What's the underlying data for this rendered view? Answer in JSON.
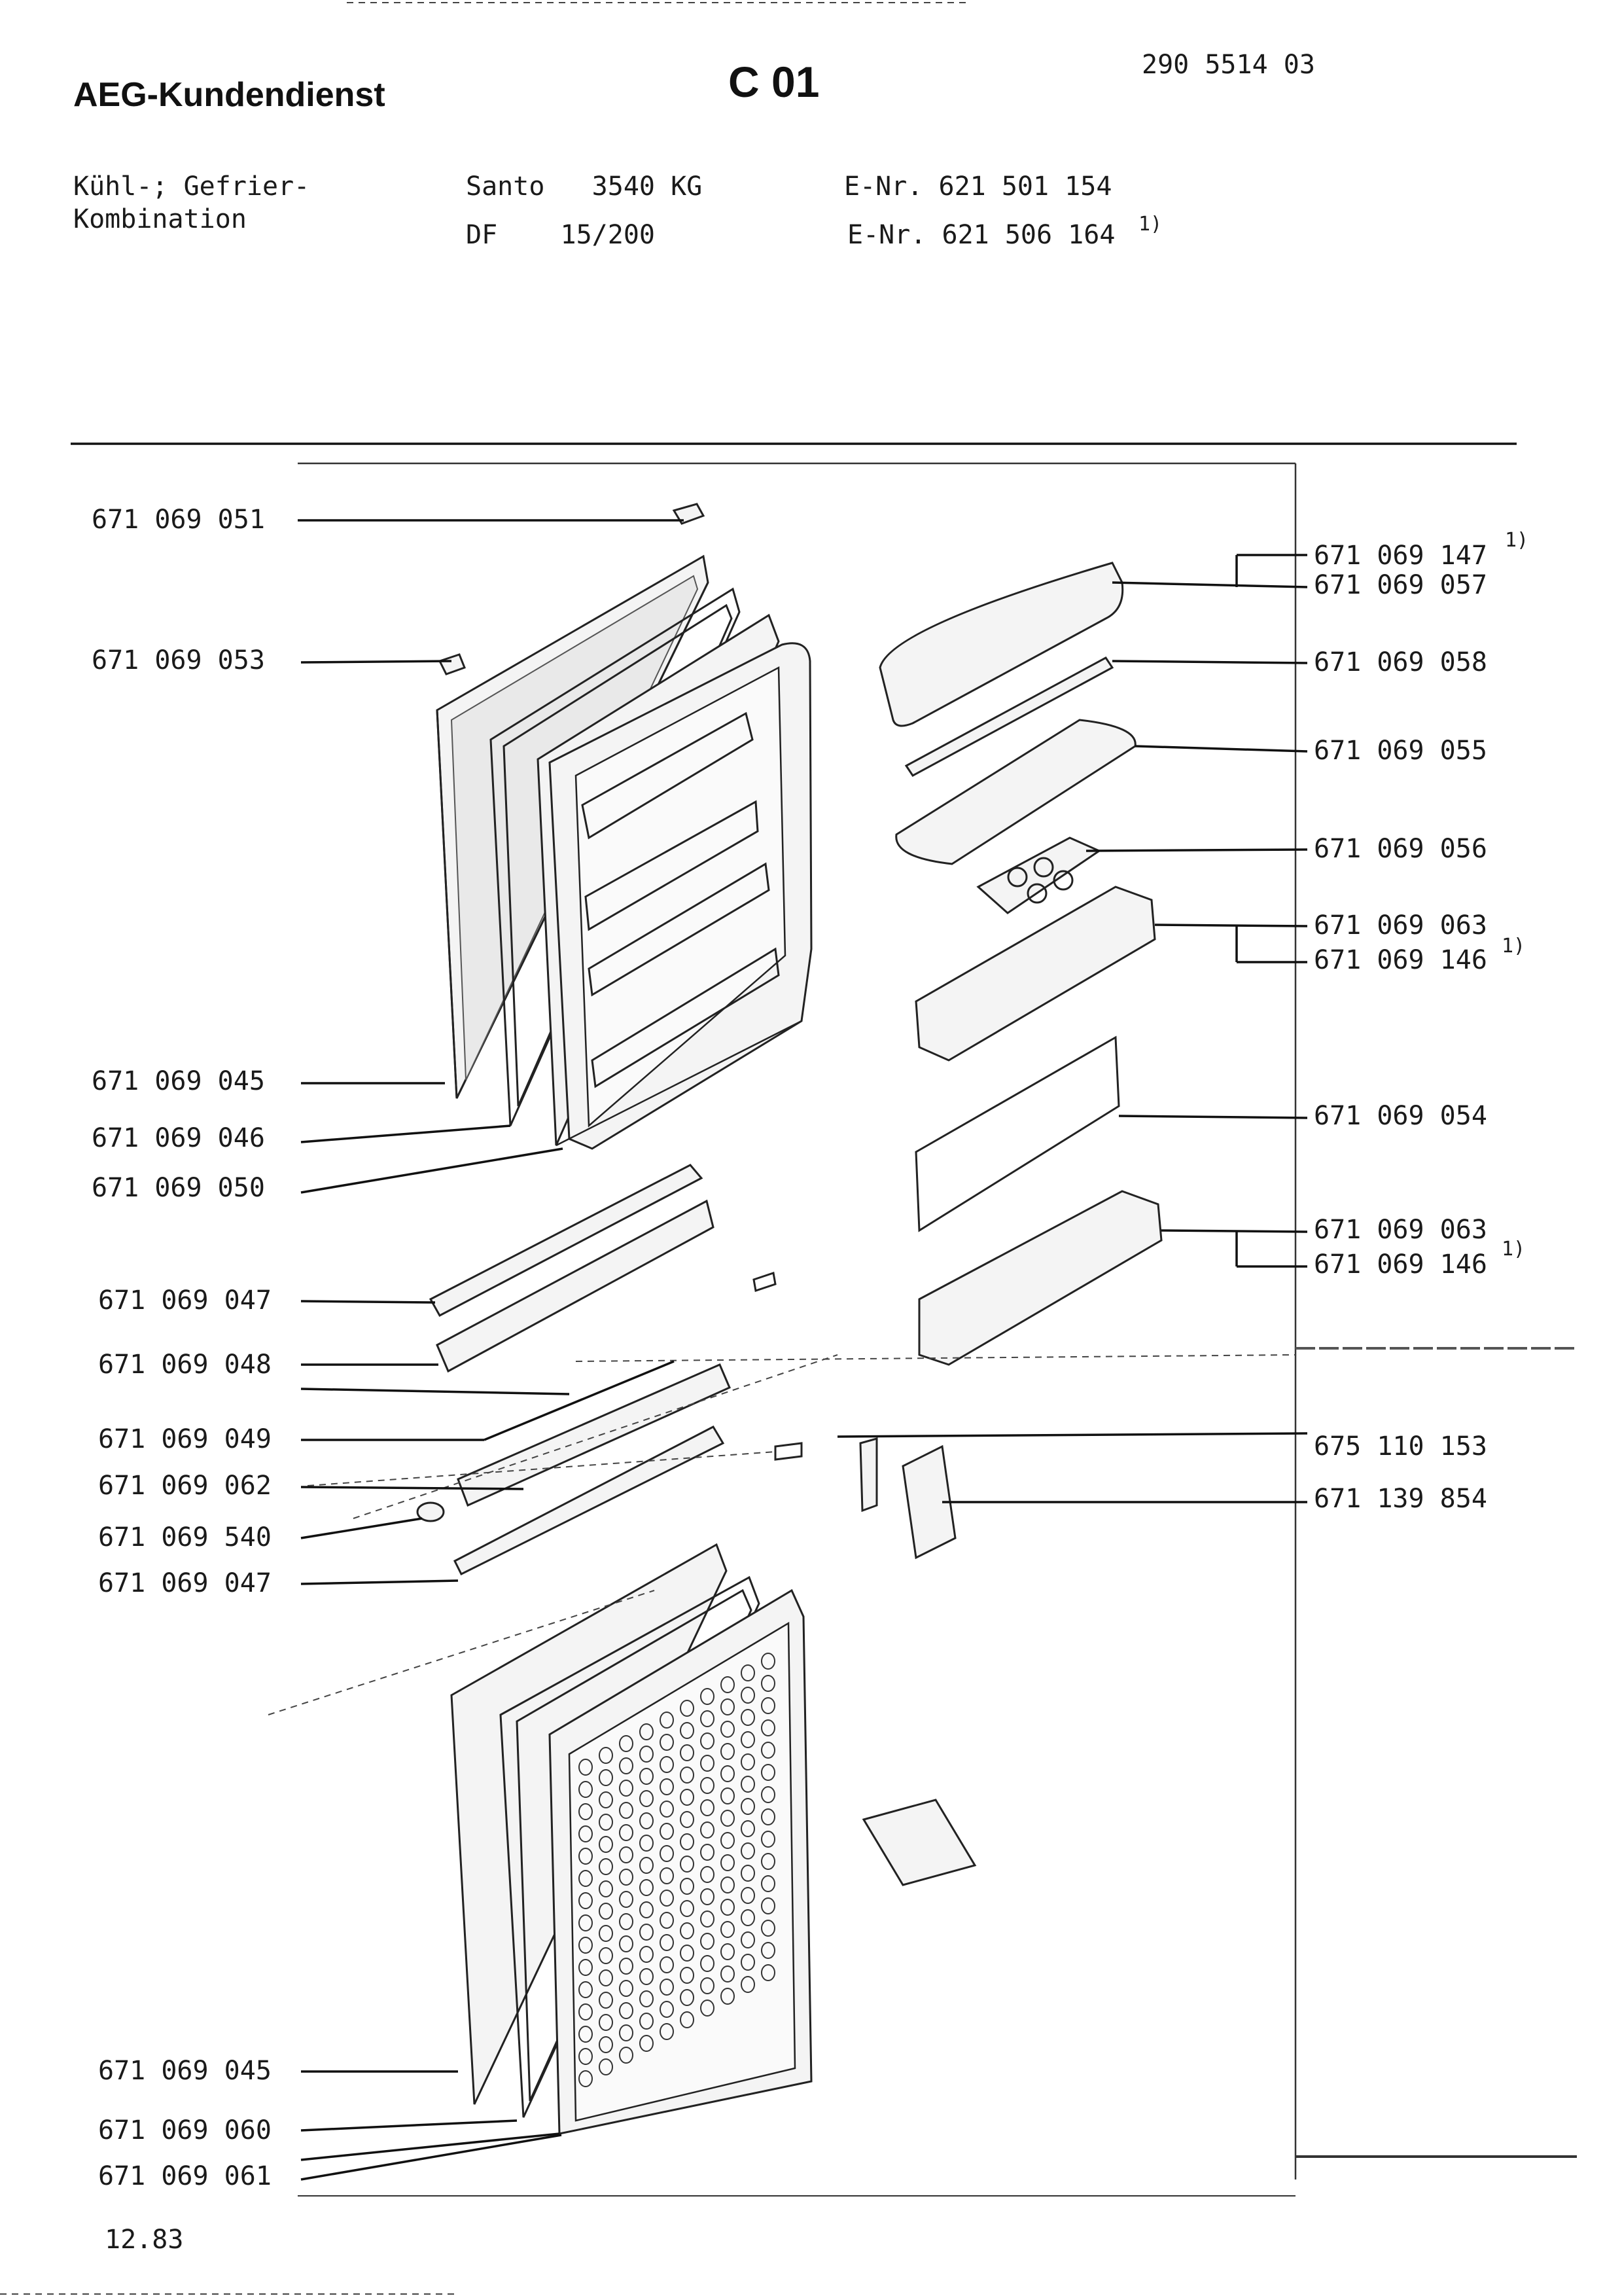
{
  "header": {
    "brand": "AEG-Kundendienst",
    "sheet_code": "C 01",
    "doc_number": "290 5514 03"
  },
  "product": {
    "category_line1": "Kühl-; Gefrier-",
    "category_line2": "Kombination",
    "model_line1": "Santo   3540 KG",
    "model_line2": "DF    15/200",
    "enr_line1": "E-Nr. 621 501 154",
    "enr_line2": "E-Nr. 621 506 164",
    "enr_line2_note": "1)"
  },
  "left_parts": [
    "671 069 051",
    "671 069 053",
    "671 069 045",
    "671 069 046",
    "671 069 050",
    "671 069 047",
    "671 069 048",
    "671 069 049",
    "671 069 062",
    "671 069 540",
    "671 069 047",
    "671 069 045",
    "671 069 060",
    "671 069 061"
  ],
  "right_parts": [
    {
      "number": "671 069 147",
      "note": "1)"
    },
    {
      "number": "671 069 057",
      "note": ""
    },
    {
      "number": "671 069 058",
      "note": ""
    },
    {
      "number": "671 069 055",
      "note": ""
    },
    {
      "number": "671 069 056",
      "note": ""
    },
    {
      "number": "671 069 063",
      "note": ""
    },
    {
      "number": "671 069 146",
      "note": "1)"
    },
    {
      "number": "671 069 054",
      "note": ""
    },
    {
      "number": "671 069 063",
      "note": ""
    },
    {
      "number": "671 069 146",
      "note": "1)"
    },
    {
      "number": "675 110 153",
      "note": ""
    },
    {
      "number": "671 139 854",
      "note": ""
    }
  ],
  "footer": {
    "date": "12.83"
  }
}
